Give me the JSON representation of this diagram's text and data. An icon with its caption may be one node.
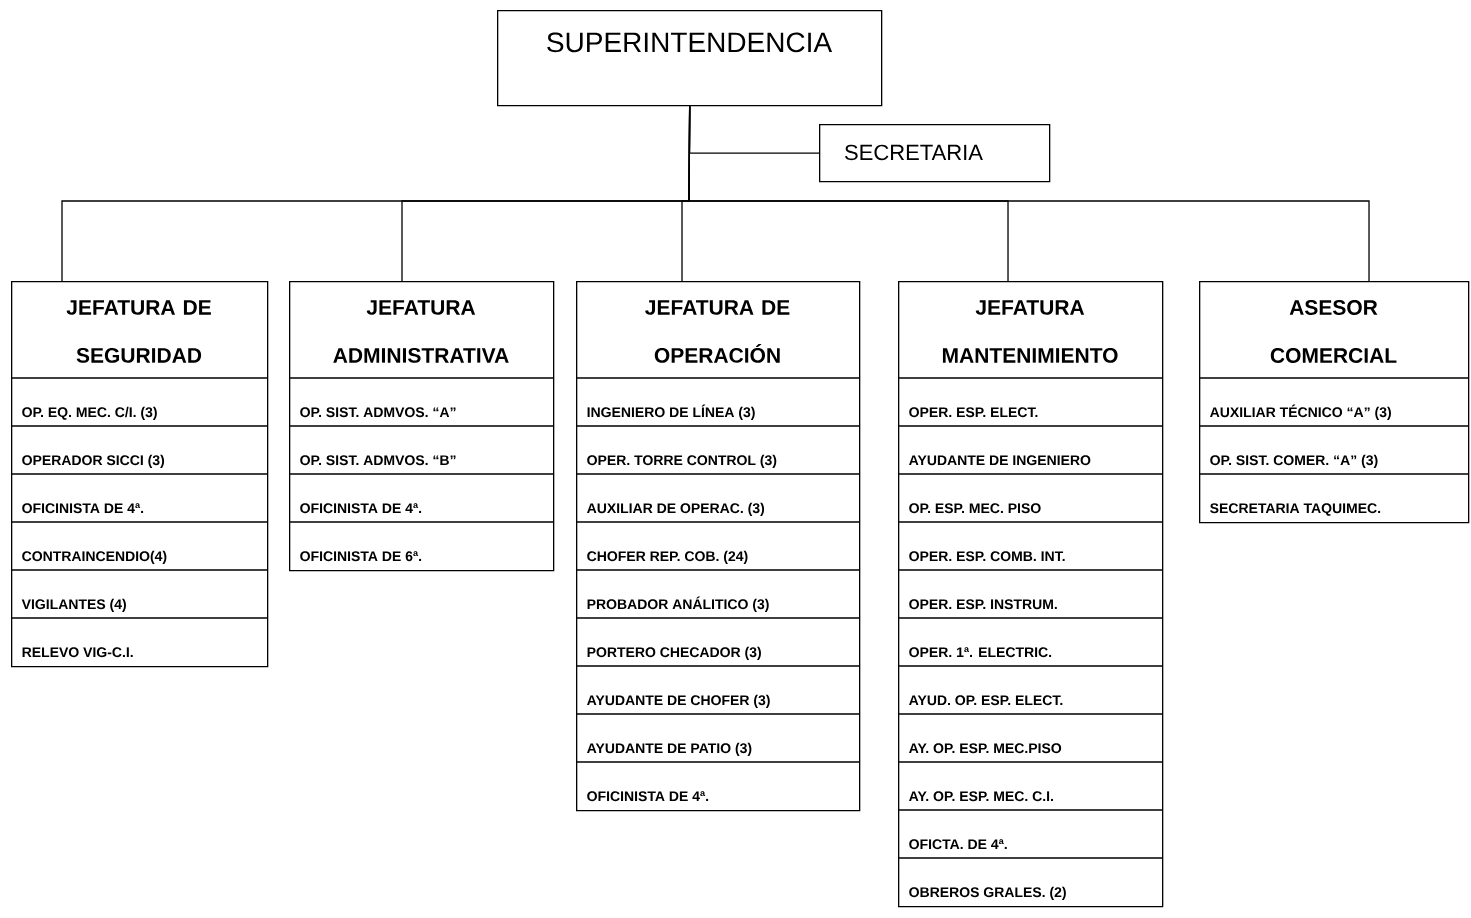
{
  "diagram": {
    "nodes": [
      {
        "text": [
          "SUPERINTENDENCIA"
        ]
      },
      {
        "text": [
          "SECRETARIA"
        ]
      },
      {
        "text": [
          "JEFATURA DE SEGURIDAD",
          "OP. EQ. MEC. C/I. (3)",
          "OPERADOR SICCI (3)",
          "OFICINISTA DE 4ª.",
          "CONTRAINCENDIO(4)",
          "VIGILANTES (4)",
          "RELEVO VIG-C.I."
        ]
      },
      {
        "text": [
          "JEFATURA ADMINISTRATIVA",
          "OP. SIST. ADMVOS. “A”",
          "OP. SIST. ADMVOS. “B”",
          "OFICINISTA DE 4ª.",
          "OFICINISTA DE 6ª."
        ]
      },
      {
        "text": [
          "JEFATURA DE OPERACIÓN",
          "INGENIERO DE LÍNEA (3)",
          "OPER. TORRE CONTROL (3)",
          "AUXILIAR DE OPERAC. (3)",
          "CHOFER REP. COB. (24)",
          "PROBADOR ANÁLITICO (3)",
          "PORTERO CHECADOR (3)",
          "AYUDANTE DE CHOFER (3)",
          "AYUDANTE DE PATIO (3)",
          "OFICINISTA DE 4ª."
        ]
      },
      {
        "text": [
          "JEFATURA MANTENIMIENTO",
          "OPER. ESP. ELECT.",
          "AYUDANTE DE INGENIERO",
          "OP. ESP. MEC. PISO",
          "OPER. ESP. COMB. INT.",
          "OPER. ESP. INSTRUM.",
          "OPER. 1ª. ELECTRIC.",
          "AYUD. OP. ESP. ELECT.",
          "AY. OP. ESP. MEC.PISO",
          "AY. OP. ESP. MEC. C.I.",
          "OFICTA. DE 4ª.",
          "OBREROS GRALES. (2)"
        ]
      },
      {
        "text": [
          "ASESOR COMERCIAL",
          "AUXILIAR TÉCNICO “A” (3)",
          "OP. SIST. COMER. “A” (3)",
          "SECRETARIA TAQUIMEC."
        ]
      }
    ],
    "edges": [
      {
        "from": 0,
        "to": 1,
        "arrow": "none"
      },
      {
        "from": 0,
        "to": 2,
        "arrow": "none"
      },
      {
        "from": 0,
        "to": 3,
        "arrow": "none"
      },
      {
        "from": 0,
        "to": 4,
        "arrow": "none"
      },
      {
        "from": 0,
        "to": 5,
        "arrow": "none"
      },
      {
        "from": 0,
        "to": 6,
        "arrow": "none"
      }
    ]
  }
}
